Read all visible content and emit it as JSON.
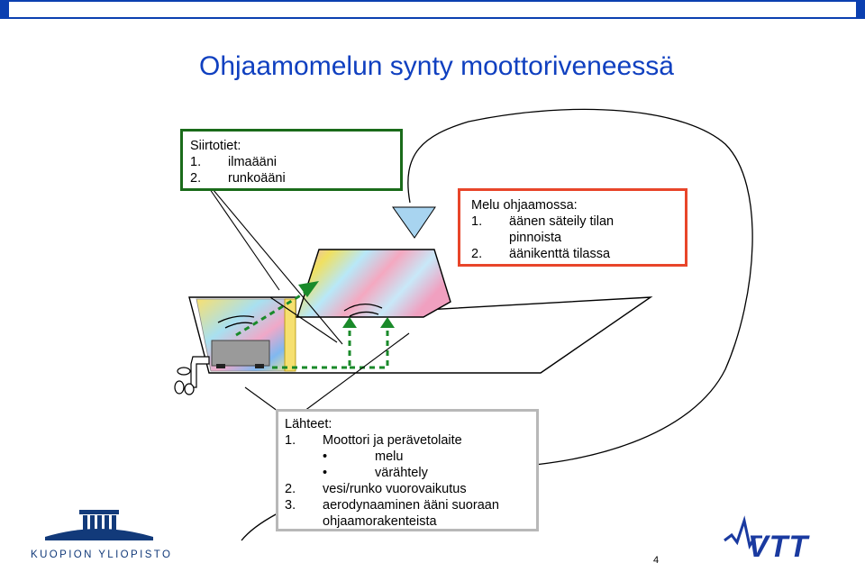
{
  "slide": {
    "title": "Ohjaamomelun synty moottoriveneessä",
    "page_number": "4"
  },
  "transmission_box": {
    "heading": "Siirtotiet:",
    "items": [
      {
        "num": "1.",
        "text": "ilmaääni"
      },
      {
        "num": "2.",
        "text": "runkoääni"
      }
    ],
    "border_color": "#1a6b1a"
  },
  "cabin_noise_box": {
    "heading": "Melu ohjaamossa:",
    "items": [
      {
        "num": "1.",
        "text": "äänen säteily tilan",
        "cont": "pinnoista"
      },
      {
        "num": "2.",
        "text": "äänikenttä tilassa"
      }
    ],
    "border_color": "#e8452a"
  },
  "sources_box": {
    "heading": "Lähteet:",
    "item1": {
      "num": "1.",
      "text": "Moottori ja perävetolaite"
    },
    "bullets": [
      "melu",
      "värähtely"
    ],
    "item2": {
      "num": "2.",
      "text": "vesi/runko vuorovaikutus"
    },
    "item3": {
      "num": "3.",
      "text": "aerodynaaminen ääni suoraan",
      "cont": "ohjaamorakenteista"
    },
    "border_color": "#b8b8b8"
  },
  "logos": {
    "kuopio": "KUOPION YLIOPISTO",
    "vtt": "VTT"
  },
  "icons": [
    "ear-cone-icon",
    "propeller-icon",
    "wave-arc-icon",
    "arrow-up-icon"
  ],
  "colors": {
    "title": "#1040c0",
    "path_green": "#1a8a2a",
    "banner": "#0b3fb0"
  }
}
